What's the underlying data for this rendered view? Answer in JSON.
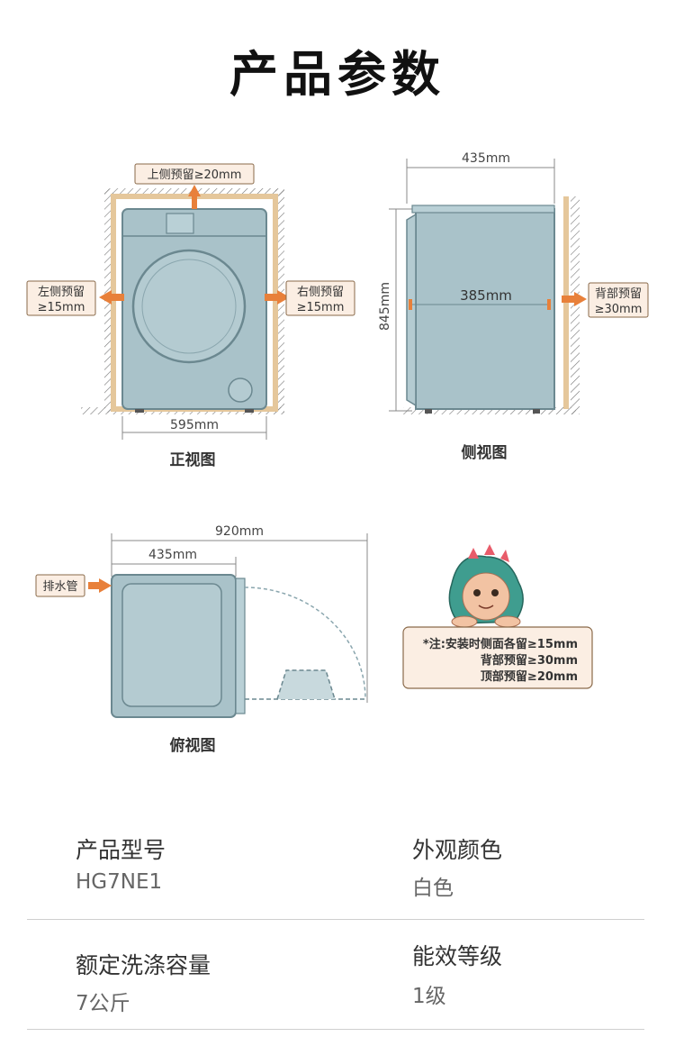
{
  "page": {
    "title": "产品参数"
  },
  "front_view": {
    "caption": "正视图",
    "top_clearance": "上侧预留≥20mm",
    "left_clearance_l1": "左侧预留",
    "left_clearance_l2": "≥15mm",
    "right_clearance_l1": "右侧预留",
    "right_clearance_l2": "≥15mm",
    "width": "595mm"
  },
  "side_view": {
    "caption": "侧视图",
    "depth": "435mm",
    "inner_depth": "385mm",
    "height": "845mm",
    "back_clearance_l1": "背部预留",
    "back_clearance_l2": "≥30mm"
  },
  "top_view": {
    "caption": "俯视图",
    "total_depth": "920mm",
    "depth": "435mm",
    "drain_label": "排水管"
  },
  "note": {
    "line1": "*注:安装时侧面各留≥15mm",
    "line2": "背部预留≥30mm",
    "line3": "顶部预留≥20mm"
  },
  "specs": {
    "model_label": "产品型号",
    "model_value": "HG7NE1",
    "color_label": "外观颜色",
    "color_value": "白色",
    "capacity_label": "额定洗涤容量",
    "capacity_value": "7公斤",
    "efficiency_label": "能效等级",
    "efficiency_value": "1级"
  },
  "colors": {
    "machine": "#a9c2c9",
    "outline": "#6b8890",
    "frame": "#e5c79b",
    "arrow": "#e8803a",
    "tag_bg": "#fbeee3"
  }
}
